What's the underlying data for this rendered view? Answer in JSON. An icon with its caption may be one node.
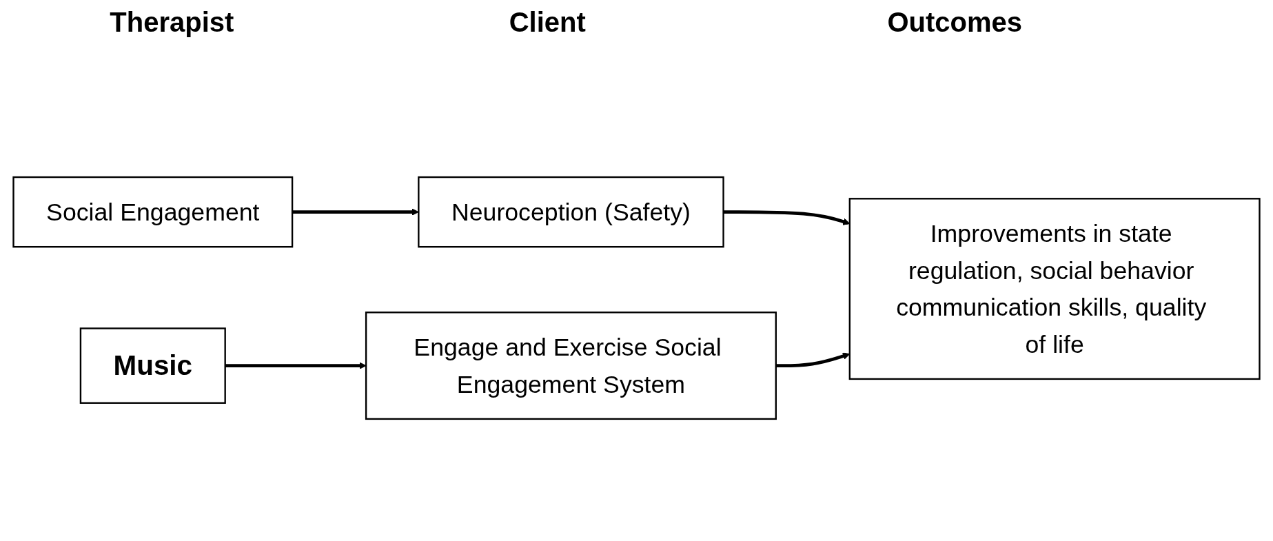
{
  "diagram": {
    "nodes": [
      {
        "text": [
          "Social Engagement"
        ]
      },
      {
        "text": [
          "Neuroception (Safety)"
        ]
      },
      {
        "text": [
          "Improvements in state regulation, social behavior communication skills, quality of life"
        ]
      },
      {
        "text": [
          "Music"
        ]
      },
      {
        "text": [
          "Engage and Exercise Social Engagement System"
        ]
      }
    ],
    "edges": [
      {
        "from": 0,
        "to": 1,
        "arrow": "to"
      },
      {
        "from": 1,
        "to": 2,
        "arrow": "to"
      },
      {
        "from": 3,
        "to": 4,
        "arrow": "to"
      },
      {
        "from": 4,
        "to": 2,
        "arrow": "to"
      }
    ],
    "labels": [
      "Therapist",
      "Client",
      "Outcomes"
    ]
  }
}
